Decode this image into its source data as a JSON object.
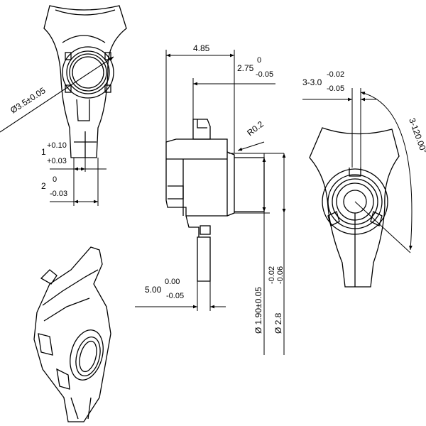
{
  "drawing": {
    "views": {
      "front_view": {
        "label": ""
      },
      "side_view": {
        "label": ""
      },
      "rear_view": {
        "label": ""
      },
      "iso_view": {
        "label": ""
      }
    },
    "dimensions": {
      "dia_3_5": "Ø3.5±0.05",
      "w_1_nominal": "1",
      "w_1_upper": "+0.10",
      "w_1_lower": "+0.03",
      "w_2_nominal": "2",
      "w_2_upper": "0",
      "w_2_lower": "-0.03",
      "len_4_85": "4.85",
      "len_2_75_nominal": "2.75",
      "len_2_75_upper": "0",
      "len_2_75_lower": "-0.05",
      "radius": "R0.2",
      "dia_1_90": "Ø 1.90±0.05",
      "dia_2_8_nominal": "Ø 2.8",
      "dia_2_8_upper": "-0.02",
      "dia_2_8_lower": "-0.06",
      "len_5_00_nominal": "5.00",
      "len_5_00_upper": "0.00",
      "len_5_00_lower": "-0.05",
      "slot_3_0_nominal": "3-3.0",
      "slot_3_0_upper": "-0.02",
      "slot_3_0_lower": "-0.05",
      "angle_120": "3-120.00°"
    }
  }
}
